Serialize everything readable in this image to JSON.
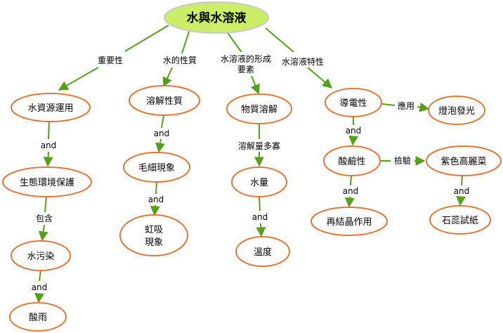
{
  "root": "水與水溶液",
  "nodes": {
    "water_resources": "水資源運用",
    "ecology": "生態環境保護",
    "water_pollution": "水污染",
    "acid_rain": "酸雨",
    "solubility": "溶解性質",
    "capillary": [
      "毛細現象"
    ],
    "siphon": [
      "虹吸",
      "現象"
    ],
    "dissolving": "物質溶解",
    "water_amount": "水量",
    "temperature": "溫度",
    "conductivity": "導電性",
    "light_bulb": "燈泡發光",
    "acidity": "酸鹼性",
    "purple_cabbage": "紫色高麗菜",
    "recrystallization": "再結晶作用",
    "litmus": "石蕊試紙"
  },
  "links": {
    "importance": "重要性",
    "nature_of_water": "水的性質",
    "formation_line1": "水溶液的形成",
    "formation_line2": "要素",
    "characteristics": "水溶液特性",
    "and": "and",
    "include": "包含",
    "amount_dissolved": "溶解量多寡",
    "application": "應用",
    "test": "檢驗"
  }
}
